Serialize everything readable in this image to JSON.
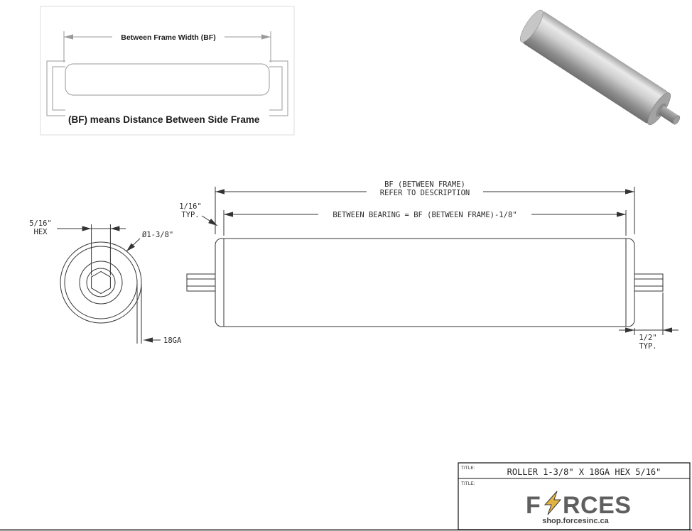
{
  "inset": {
    "dim_label": "Between Frame Width (BF)",
    "caption": "(BF) means Distance Between Side Frame"
  },
  "end_view": {
    "hex_size": "5/16\"",
    "hex_word": "HEX",
    "diameter": "Ø1-3/8\"",
    "gauge": "18GA"
  },
  "side_view": {
    "bf_label_line1": "BF (BETWEEN FRAME)",
    "bf_label_line2": "REFER TO DESCRIPTION",
    "between_bearing_label": "BETWEEN BEARING = BF (BETWEEN FRAME)-1/8\"",
    "left_gap_value": "1/16\"",
    "left_gap_typ": "TYP.",
    "right_shaft_value": "1/2\"",
    "right_shaft_typ": "TYP."
  },
  "title_block": {
    "field_label_1": "TITLE:",
    "field_label_2": "TITLE:",
    "part_title": "ROLLER 1-3/8\" X 18GA HEX 5/16\"",
    "brand_f": "F",
    "brand_rest": "RCES",
    "brand_full": "FORCES",
    "website": "shop.forcesinc.ca"
  },
  "colors": {
    "line": "#333333",
    "inset_line": "#9a9a9a",
    "bolt": "#e3b341",
    "brand": "#5f5f5f"
  }
}
